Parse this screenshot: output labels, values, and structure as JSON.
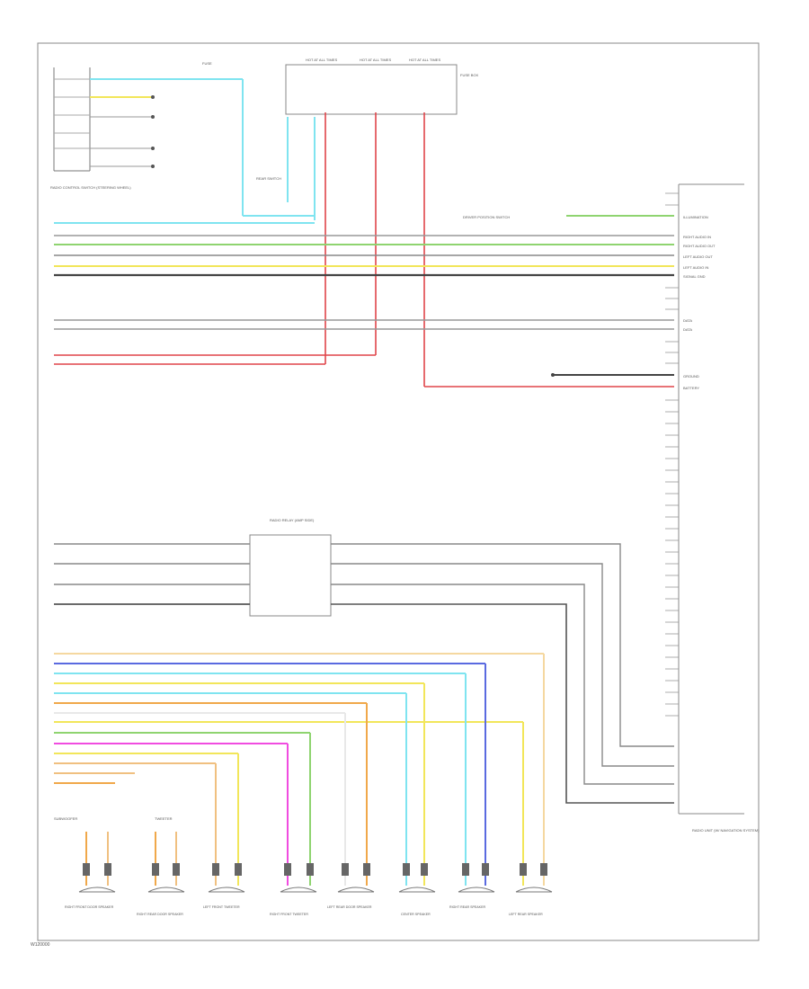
{
  "diagram": {
    "footer_code": "W120000",
    "left_connector_label": "RADIO CONTROL SWITCH (STEERING WHEEL)",
    "fuse_label": "FUSE",
    "fuse_boxes": [
      "HOT AT ALL TIMES",
      "HOT AT ALL TIMES",
      "HOT AT ALL TIMES"
    ],
    "fuse_box_label": "FUSE BOX",
    "amp_label": "RADIO UNIT (W/ NAVIGATION SYSTEM)",
    "mid_module_label": "RADIO RELAY (AMP SIDE)",
    "upper_right_note": "DRIVER POSITION SWITCH",
    "rear_switch_label": "REAR SWITCH",
    "speaker_group_left": "SUBWOOFER",
    "speaker_group_center": "TWEETER",
    "speakers": [
      "RIGHT FRONT DOOR SPEAKER",
      "RIGHT REAR DOOR SPEAKER",
      "LEFT FRONT TWEETER",
      "RIGHT FRONT TWEETER",
      "LEFT REAR DOOR SPEAKER",
      "CENTER SPEAKER",
      "RIGHT REAR SPEAKER",
      "LEFT REAR SPEAKER"
    ],
    "amp_pins": [
      "ILLUMINATION",
      "RIGHT AUDIO IN",
      "RIGHT AUDIO OUT",
      "LEFT AUDIO OUT",
      "LEFT AUDIO IN",
      "SIGNAL GND",
      "DATA",
      "DATA",
      "GROUND",
      "BATTERY"
    ],
    "colors": {
      "red": "#e0454a",
      "cyan": "#7fe4f0",
      "green": "#8fd470",
      "yellow": "#f2e65a",
      "pink": "#f04ce0",
      "blue": "#5a6ae0",
      "orange": "#f0a84a",
      "dark": "#444444",
      "gray": "#999999"
    }
  }
}
